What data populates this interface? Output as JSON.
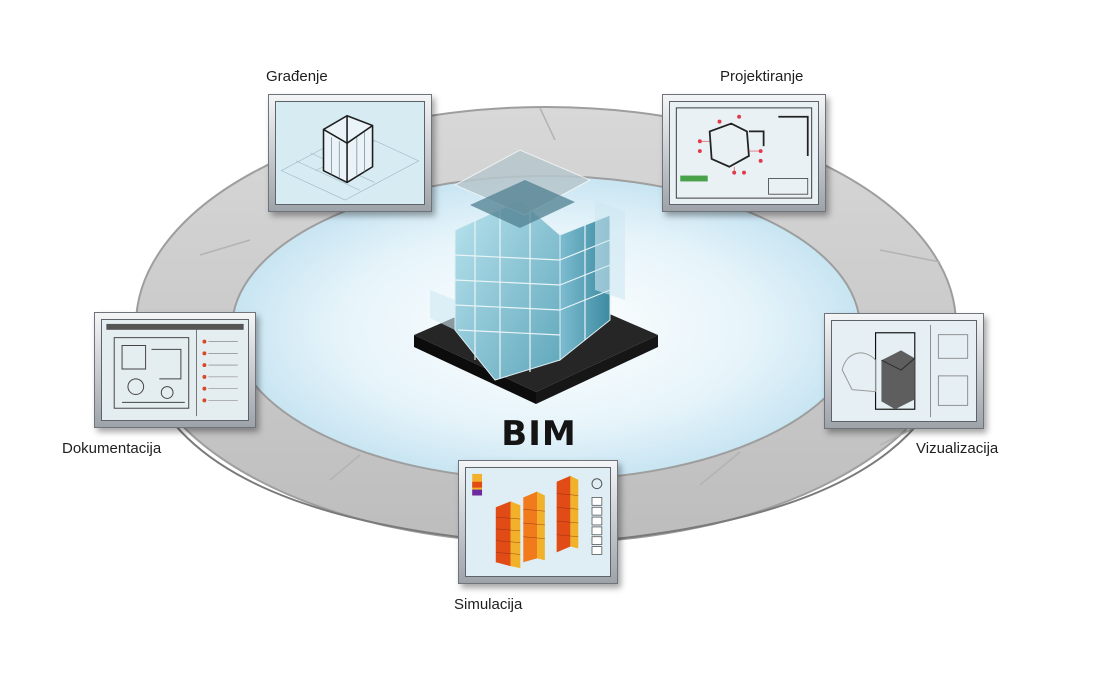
{
  "center": {
    "label": "BIM"
  },
  "nodes": [
    {
      "id": "gradenje",
      "label": "Građenje"
    },
    {
      "id": "projektiranje",
      "label": "Projektiranje"
    },
    {
      "id": "vizualizacija",
      "label": "Vizualizacija"
    },
    {
      "id": "simulacija",
      "label": "Simulacija"
    },
    {
      "id": "dokumentacija",
      "label": "Dokumentacija"
    }
  ],
  "colors": {
    "ring": "#c8c8c8",
    "ring_edge": "#a9a9a9",
    "inner_ellipse": "#cfe9f6",
    "building_glass": "#8ec7d6",
    "base": "#1c1c1c",
    "heatmap_hot": "#e04b16",
    "heatmap_warm": "#f2b12a"
  },
  "icons": {
    "center": "building-icon",
    "gradenje": "building-wireframe-icon",
    "projektiranje": "floor-plan-icon",
    "vizualizacija": "3d-model-icon",
    "simulacija": "heatmap-icon",
    "dokumentacija": "documentation-drawing-icon"
  }
}
